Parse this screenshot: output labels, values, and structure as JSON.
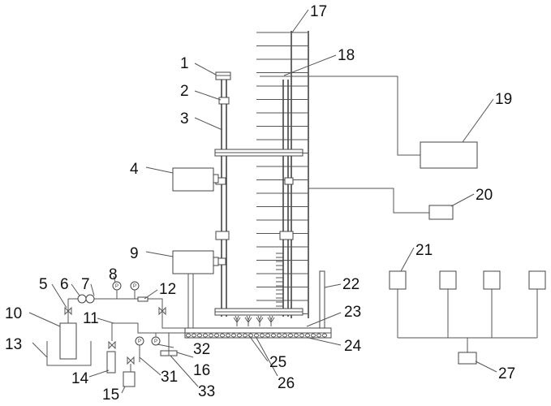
{
  "labels": {
    "l1": "1",
    "l2": "2",
    "l3": "3",
    "l4": "4",
    "l5": "5",
    "l6": "6",
    "l7": "7",
    "l8": "8",
    "l9": "9",
    "l10": "10",
    "l11": "11",
    "l12": "12",
    "l13": "13",
    "l14": "14",
    "l15": "15",
    "l16": "16",
    "l17": "17",
    "l18": "18",
    "l19": "19",
    "l20": "20",
    "l21": "21",
    "l22": "22",
    "l23": "23",
    "l24": "24",
    "l25": "25",
    "l26": "26",
    "l27": "27",
    "l31": "31",
    "l32": "32",
    "l33": "33"
  },
  "gauge_letter": "P",
  "colors": {
    "line": "#555555",
    "text": "#111111",
    "background": "#ffffff"
  }
}
